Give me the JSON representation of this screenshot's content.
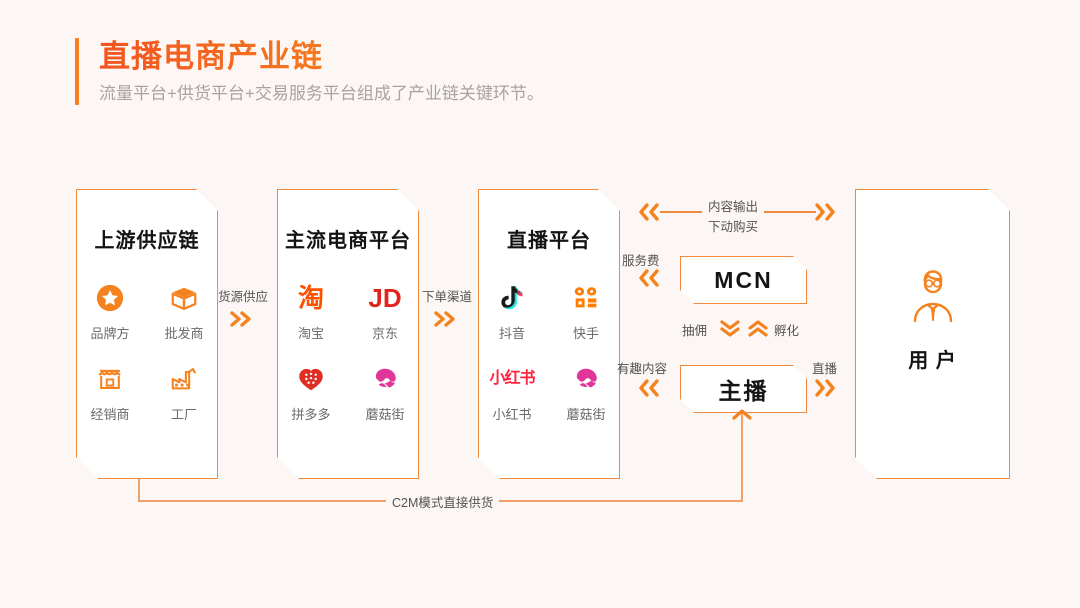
{
  "header": {
    "title": "直播电商产业链",
    "subtitle": "流量平台+供货平台+交易服务平台组成了产业链关键环节。"
  },
  "colors": {
    "background": "#fcf7f4",
    "accent_orange": "#f5821f",
    "card_border": "#f08a3c",
    "title_red": "#f3541f",
    "text_dark": "#141414",
    "text_muted": "#6d6a68",
    "subtitle_gray": "#a8a3a0"
  },
  "cards": [
    {
      "title": "上游供应链",
      "items": [
        {
          "label": "品牌方",
          "icon": "star-badge-icon"
        },
        {
          "label": "批发商",
          "icon": "open-box-icon"
        },
        {
          "label": "经销商",
          "icon": "shop-storefront-icon"
        },
        {
          "label": "工厂",
          "icon": "factory-icon"
        }
      ]
    },
    {
      "title": "主流电商平台",
      "items": [
        {
          "label": "淘宝",
          "icon": "taobao-logo",
          "logo_text": "淘"
        },
        {
          "label": "京东",
          "icon": "jd-logo",
          "logo_text": "JD"
        },
        {
          "label": "拼多多",
          "icon": "pinduoduo-logo"
        },
        {
          "label": "蘑菇街",
          "icon": "mogujie-logo"
        }
      ]
    },
    {
      "title": "直播平台",
      "items": [
        {
          "label": "抖音",
          "icon": "douyin-logo"
        },
        {
          "label": "快手",
          "icon": "kuaishou-logo"
        },
        {
          "label": "小红书",
          "icon": "xiaohongshu-logo",
          "logo_text": "小红书"
        },
        {
          "label": "蘑菇街",
          "icon": "mogujie-logo"
        }
      ]
    },
    {
      "title": "用 户",
      "items": [],
      "icon": "user-avatar-icon"
    }
  ],
  "boxes": {
    "mcn": "MCN",
    "anchor": "主播"
  },
  "connectors": {
    "supply": {
      "label": "货源供应",
      "icon": "double-chevron-right-icon"
    },
    "order_channel": {
      "label": "下单渠道",
      "icon": "double-chevron-right-icon"
    },
    "service_fee": {
      "label": "服务费",
      "icon": "double-chevron-left-icon"
    },
    "interesting_content": {
      "label": "有趣内容",
      "icon": "double-chevron-left-icon"
    },
    "live": {
      "label": "直播",
      "icon": "double-chevron-right-icon"
    },
    "commission": {
      "label": "抽佣",
      "icon": "double-chevron-down-icon"
    },
    "incubation": {
      "label": "孵化",
      "icon": "double-chevron-up-icon"
    },
    "content_output": {
      "label": "内容输出"
    },
    "drive_purchase": {
      "label": "下动购买"
    },
    "c2m": {
      "label": "C2M模式直接供货"
    }
  }
}
